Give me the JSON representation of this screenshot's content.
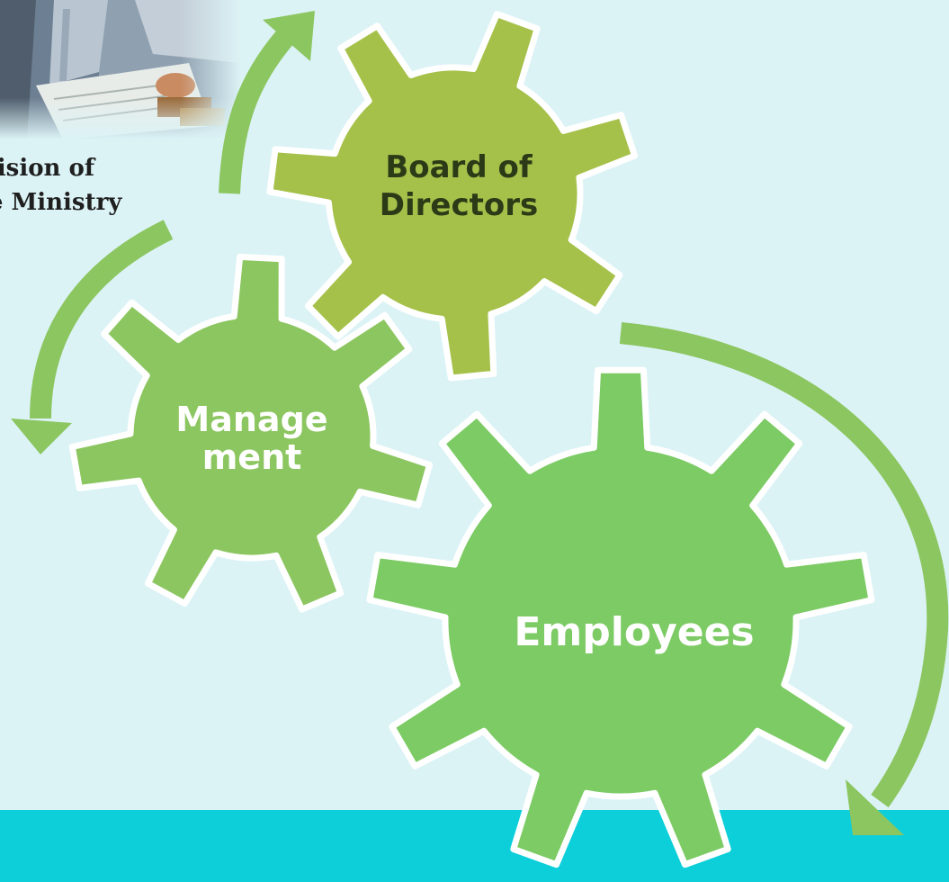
{
  "diagram": {
    "ministry": {
      "line1": "rvision of",
      "line2": "he Ministry"
    },
    "gears": {
      "board": {
        "line1": "Board of",
        "line2": "Directors"
      },
      "management": {
        "line1": "Manage",
        "line2": "ment"
      },
      "employees": {
        "line1": "Employees"
      }
    }
  },
  "colors": {
    "background": "#dcf3f6",
    "band": "#0ccfd9",
    "board_gear": "#a6c14a",
    "management_gear": "#8cc660",
    "employees_gear": "#7ccb64",
    "arrow": "#8cc660",
    "gear_outline": "#ffffff"
  }
}
